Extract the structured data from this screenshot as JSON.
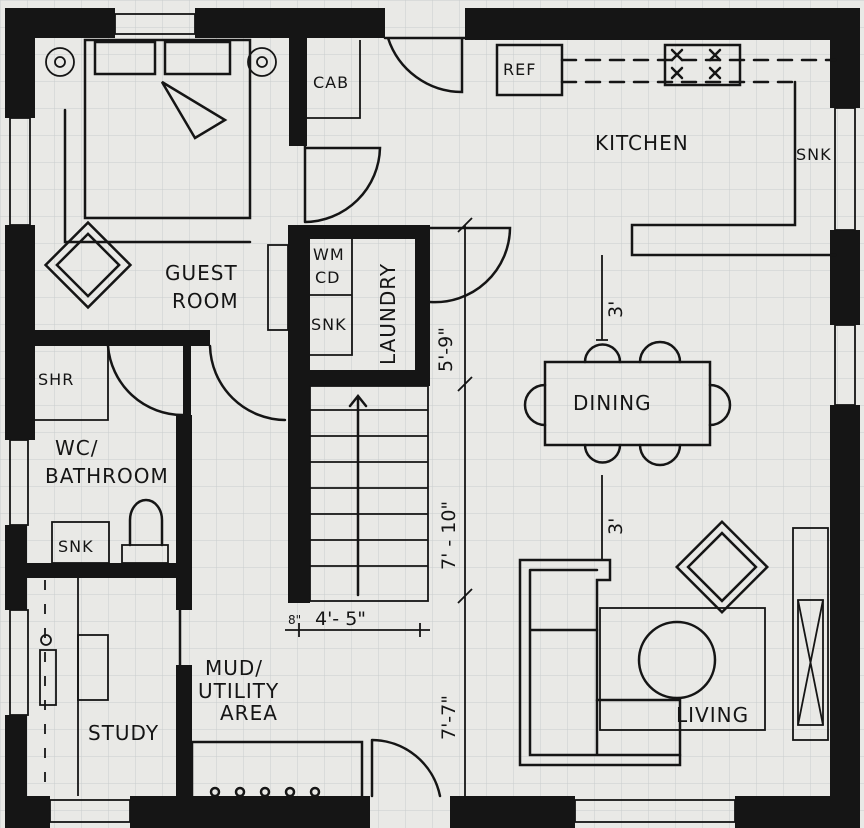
{
  "title": "Floor Plan Sketch",
  "rooms": {
    "guest_room": [
      "GUEST",
      "ROOM"
    ],
    "kitchen": "KITCHEN",
    "laundry": "LAUNDRY",
    "dining": "DINING",
    "bathroom": [
      "WC/",
      "BATHROOM"
    ],
    "mud_utility": [
      "MUD/",
      "UTILITY",
      "AREA"
    ],
    "study": "STUDY",
    "living": "LIVING"
  },
  "fixtures": {
    "cabinet": "CAB",
    "refrigerator": "REF",
    "kitchen_sink": "SNK",
    "washer": "WM",
    "dryer": "CD",
    "laundry_sink": "SNK",
    "shower": "SHR",
    "bath_sink": "SNK"
  },
  "dimensions": {
    "laundry_depth": "5'-9\"",
    "stair_length": "7' - 10\"",
    "stair_width": "4'- 5\"",
    "wall_thickness": "8\"",
    "mud_length": "7'-7\"",
    "dining_clear_top": "3'",
    "dining_clear_bottom": "3'"
  },
  "colors": {
    "ink": "#151515",
    "paper": "#e9e9e6",
    "grid": "#c9cdcd"
  }
}
